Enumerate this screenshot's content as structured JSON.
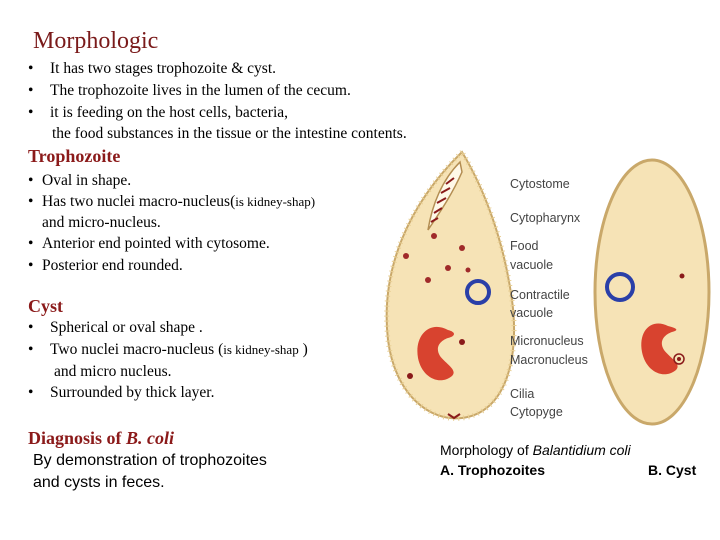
{
  "title": "Morphologic",
  "intro_bullets": [
    "It has two stages trophozoite & cyst.",
    "The trophozoite lives in the lumen of the cecum.",
    "it is feeding on the host cells, bacteria,",
    "the food substances in the tissue or the intestine contents."
  ],
  "trophozoite": {
    "heading": "Trophozoite",
    "bullets": [
      "Oval in shape.",
      "Has two nuclei macro-nucleus(",
      "is kidney-shap)",
      "and micro-nucleus.",
      "Anterior end pointed with cytosome.",
      "Posterior end rounded."
    ]
  },
  "cyst": {
    "heading": "Cyst",
    "bullets": [
      "Spherical or oval shape .",
      "Two nuclei macro-nucleus (",
      "is kidney-shap",
      ")",
      "and micro nucleus.",
      "Surrounded by thick layer."
    ]
  },
  "diagnosis": {
    "heading_prefix": "Diagnosis of ",
    "heading_italic": "B. coli",
    "line1": "By demonstration of trophozoites",
    "line2": "and cysts in feces."
  },
  "figure": {
    "labels": [
      "Cytostome",
      "Cytopharynx",
      "Food",
      "vacuole",
      "Contractile",
      "vacuole",
      "Micronucleus",
      "Macronucleus",
      "Cilia",
      "Cytopyge"
    ],
    "caption_prefix": "Morphology of ",
    "caption_italic": "Balantidium coli",
    "caption_a": "A. Trophozoites",
    "caption_b": "B. Cyst"
  },
  "colors": {
    "heading": "#8b1a1a",
    "cell_fill": "#f6e3b6",
    "nucleus": "#d8432f",
    "vacuole": "#2a3fa8"
  }
}
